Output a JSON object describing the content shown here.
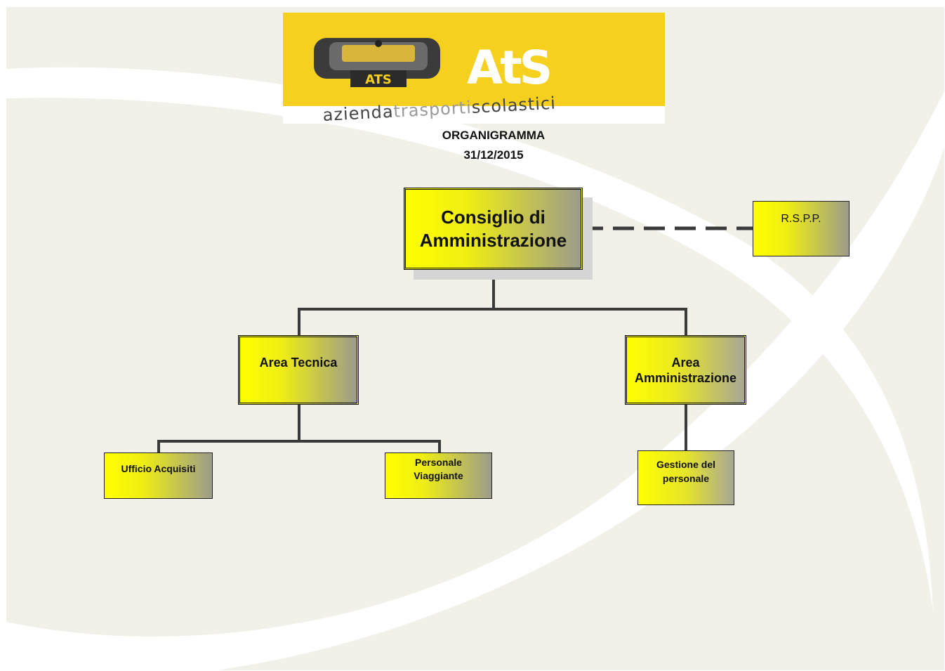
{
  "logo": {
    "wordmark": "AtS",
    "badge_text": "ATS",
    "tagline_part1": "azienda",
    "tagline_part2": "trasporti",
    "tagline_part3": "scolastici"
  },
  "header": {
    "title": "ORGANIGRAMMA",
    "date": "31/12/2015"
  },
  "org_chart": {
    "board": "Consiglio di Amministrazione",
    "board_line1": "Consiglio di",
    "board_line2": "Amministrazione",
    "safety": "R.S.P.P.",
    "area_technical": "Area Tecnica",
    "area_admin_line1": "Area",
    "area_admin_line2": "Amministrazione",
    "purchasing": "Ufficio Acquisiti",
    "travel_staff_line1": "Personale",
    "travel_staff_line2": "Viaggiante",
    "personnel_line1": "Gestione del",
    "personnel_line2": "personale"
  },
  "colors": {
    "box_fill_start": "#ffff00",
    "box_fill_end": "#9c9c8c",
    "logo_band": "#f5d01e",
    "connector": "#3a3a3a"
  }
}
